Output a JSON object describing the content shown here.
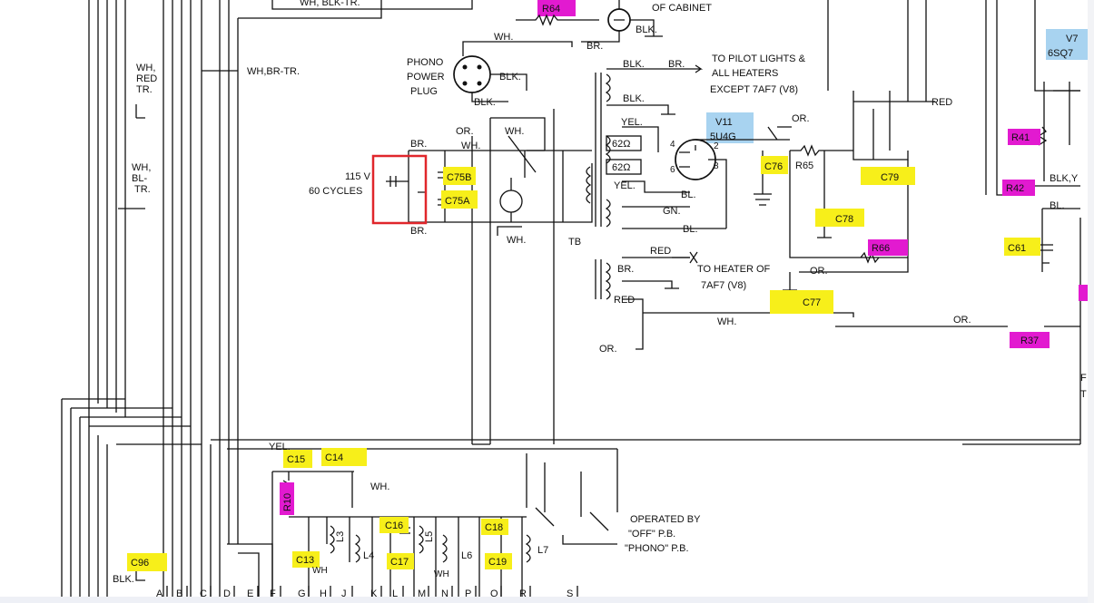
{
  "labels": {
    "wh_blk_tr": "WH, BLK-TR.",
    "r64": "R64",
    "of_cabinet": "OF CABINET",
    "wh_top": "WH.",
    "br_top": "BR.",
    "blk_top": "BLK.",
    "phono": "PHONO",
    "power": "POWER",
    "plug": "PLUG",
    "blk_plug1": "BLK.",
    "blk_plug2": "BLK.",
    "wh_red_tr_1": "WH,",
    "wh_red_tr_2": "RED",
    "wh_red_tr_3": "TR.",
    "wh_br_tr": "WH,BR-TR.",
    "wh_bl_tr_1": "WH,",
    "wh_bl_tr_2": "BL-",
    "wh_bl_tr_3": "TR.",
    "blk_xfmr1": "BLK.",
    "br_xfmr": "BR.",
    "blk_xfmr2": "BLK.",
    "to_pilot_1": "TO PILOT LIGHTS &",
    "to_pilot_2": "ALL HEATERS",
    "to_pilot_3": "EXCEPT 7AF7 (V8)",
    "red_right": "RED",
    "v7": "V7",
    "v7_type": "6SQ7",
    "v11": "V11",
    "v11_type": "5U4G",
    "yel_xfmr": "YEL.",
    "ohm1": "62Ω",
    "ohm2": "62Ω",
    "or_rect": "OR.",
    "or_sw": "OR.",
    "wh_sw1": "WH.",
    "wh_sw2": "WH.",
    "br_ac1": "BR.",
    "br_ac2": "BR.",
    "v115": "115 V",
    "cycles": "60 CYCLES",
    "c75b": "C75B",
    "c75a": "C75A",
    "wh_bot": "WH.",
    "tb": "TB",
    "yel2": "YEL.",
    "bl1": "BL.",
    "gn": "GN.",
    "bl2": "BL.",
    "c76": "C76",
    "r65": "R65",
    "c79": "C79",
    "c78": "C78",
    "r66": "R66",
    "r41": "R41",
    "r42": "R42",
    "blk_y": "BLK,Y",
    "bl_r": "BL.",
    "c61": "C61",
    "red_heater": "RED",
    "br_heater": "BR.",
    "red_heater2": "RED",
    "to_heater_1": "TO HEATER OF",
    "to_heater_2": "7AF7 (V8)",
    "or_heater": "OR.",
    "c77": "C77",
    "wh_mid": "WH.",
    "or_mid": "OR.",
    "or_right": "OR.",
    "r37": "R37",
    "yel_bottom": "YEL.",
    "c15": "C15",
    "c14": "C14",
    "wh_c14": "WH.",
    "r10": "R10",
    "c16": "C16",
    "c18": "C18",
    "c13": "C13",
    "c17": "C17",
    "c19": "C19",
    "l3": "L3",
    "l4": "L4",
    "l5": "L5",
    "l6": "L6",
    "l7": "L7",
    "wh_l": "WH",
    "wh_n": "WH",
    "operated_1": "OPERATED BY",
    "operated_2": "\"OFF\" P.B.",
    "operated_3": "\"PHONO\" P.B.",
    "c96": "C96",
    "blk_bottom": "BLK.",
    "terminals": [
      "A",
      "B",
      "C",
      "D",
      "E",
      "F",
      "G",
      "H",
      "J",
      "K",
      "L",
      "M",
      "N",
      "P",
      "Q",
      "R",
      "S"
    ],
    "right_f": "F",
    "right_t": "T"
  },
  "colors": {
    "capacitor_highlight": "#f7ef1a",
    "resistor_highlight": "#e21ad0",
    "tube_highlight": "#a8d3f0",
    "selection_box": "#e0262b",
    "ink": "#111111"
  }
}
